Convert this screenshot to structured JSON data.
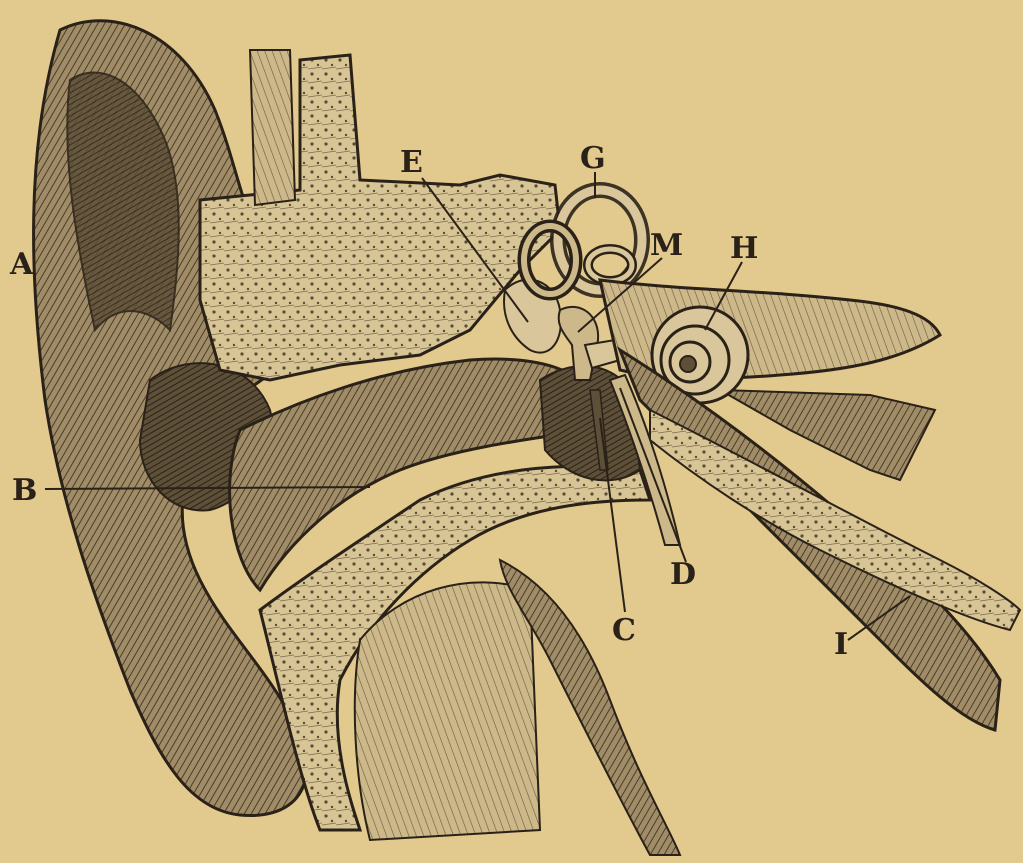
{
  "figure": {
    "labels": {
      "A": "A",
      "B": "B",
      "C": "C",
      "D": "D",
      "E": "E",
      "G": "G",
      "H": "H",
      "I": "I",
      "M": "M"
    }
  },
  "colors": {
    "paper": "#e2c98e",
    "ink": "#2a2218",
    "shade": "#7a6a4e",
    "light": "#d9c69a"
  }
}
